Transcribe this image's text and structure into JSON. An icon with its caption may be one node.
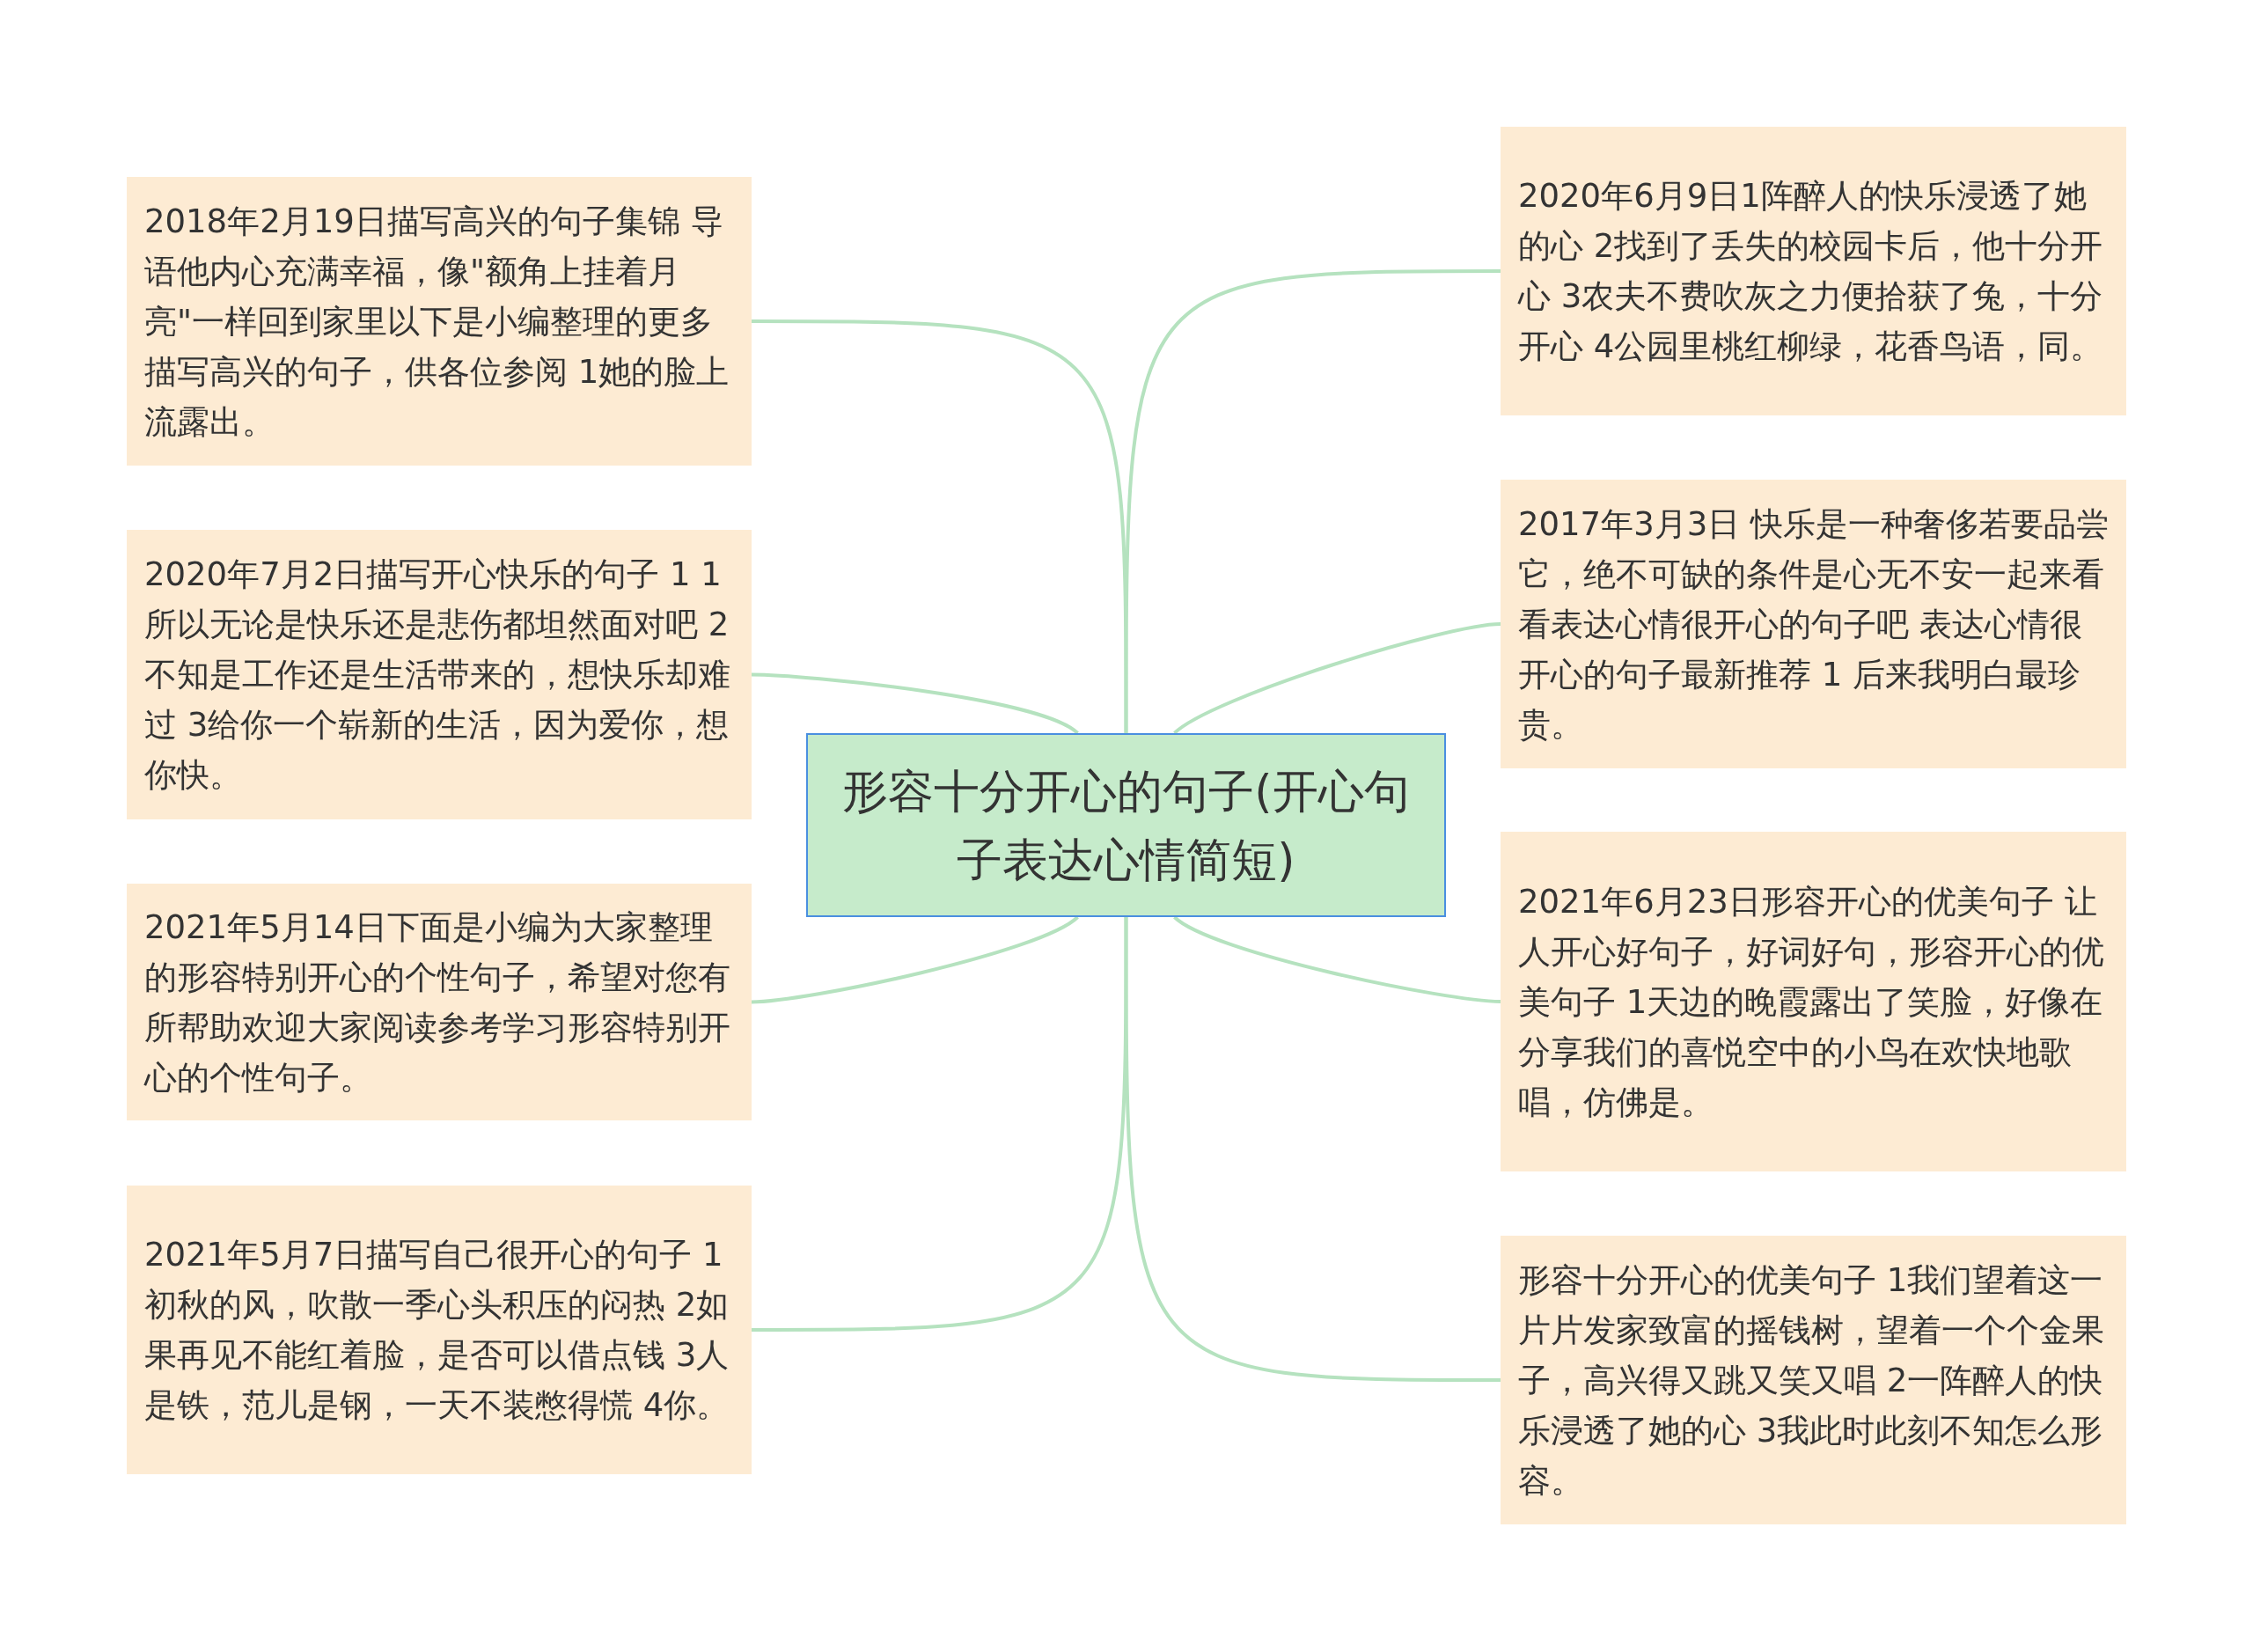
{
  "diagram": {
    "nodes": [
      {
        "text": [
          "形容十分开心的句子(开心句子表达心情简短)"
        ]
      },
      {
        "text": [
          "2018年2月19日描写高兴的句子集锦 导语他内心充满幸福，像\"额角上挂着月亮\"一样回到家里以下是小编整理的更多描写高兴的句子，供各位参阅 1她的脸上流露出。"
        ]
      },
      {
        "text": [
          "2020年7月2日描写开心快乐的句子 1 1所以无论是快乐还是悲伤都坦然面对吧 2不知是工作还是生活带来的，想快乐却难过 3给你一个崭新的生活，因为爱你，想你快。"
        ]
      },
      {
        "text": [
          "2021年5月14日下面是小编为大家整理的形容特别开心的个性句子，希望对您有所帮助欢迎大家阅读参考学习形容特别开心的个性句子。"
        ]
      },
      {
        "text": [
          "2021年5月7日描写自己很开心的句子 1初秋的风，吹散一季心头积压的闷热 2如果再见不能红着脸，是否可以借点钱 3人是铁，范儿是钢，一天不装憋得慌 4你。"
        ]
      },
      {
        "text": [
          "2020年6月9日1阵醉人的快乐浸透了她的心 2找到了丢失的校园卡后，他十分开心 3农夫不费吹灰之力便拾获了兔，十分开心 4公园里桃红柳绿，花香鸟语，同。"
        ]
      },
      {
        "text": [
          "2017年3月3日 快乐是一种奢侈若要品尝它，绝不可缺的条件是心无不安一起来看看表达心情很开心的句子吧 表达心情很开心的句子最新推荐 1 后来我明白最珍贵。"
        ]
      },
      {
        "text": [
          "2021年6月23日形容开心的优美句子 让人开心好句子，好词好句，形容开心的优美句子 1天边的晚霞露出了笑脸，好像在分享我们的喜悦空中的小鸟在欢快地歌唱，仿佛是。"
        ]
      },
      {
        "text": [
          "形容十分开心的优美句子 1我们望着这一片片发家致富的摇钱树，望着一个个金果子，高兴得又跳又笑又唱 2一阵醉人的快乐浸透了她的心 3我此时此刻不知怎么形容。"
        ]
      }
    ],
    "edges": [
      {
        "from": 0,
        "to": 1,
        "arrow": "none"
      },
      {
        "from": 0,
        "to": 2,
        "arrow": "none"
      },
      {
        "from": 0,
        "to": 3,
        "arrow": "none"
      },
      {
        "from": 0,
        "to": 4,
        "arrow": "none"
      },
      {
        "from": 0,
        "to": 5,
        "arrow": "none"
      },
      {
        "from": 0,
        "to": 6,
        "arrow": "none"
      },
      {
        "from": 0,
        "to": 7,
        "arrow": "none"
      },
      {
        "from": 0,
        "to": 8,
        "arrow": "none"
      }
    ]
  }
}
